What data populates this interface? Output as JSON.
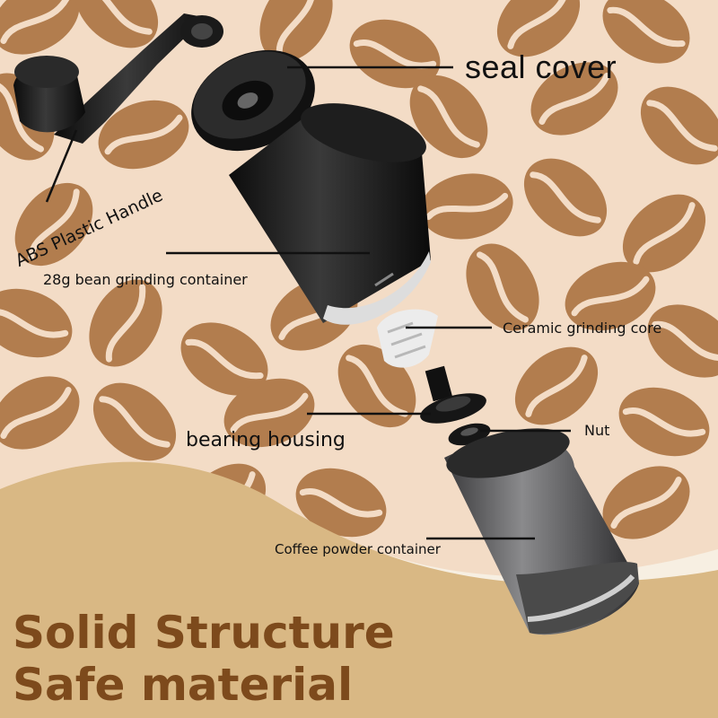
{
  "colors": {
    "background": "#f3dcc6",
    "bean": "#b27d4e",
    "wave": "#d9b884",
    "wave_light": "#f7efe2",
    "headline": "#7d4a1c",
    "label": "#111111"
  },
  "labels": {
    "seal_cover": "seal cover",
    "handle": "ABS Plastic Handle",
    "bean_container": "28g bean grinding container",
    "ceramic_core": "Ceramic grinding core",
    "bearing_housing": "bearing housing",
    "nut": "Nut",
    "powder_container": "Coffee powder container"
  },
  "headline": {
    "line1": "Solid Structure",
    "line2": "Safe material"
  }
}
